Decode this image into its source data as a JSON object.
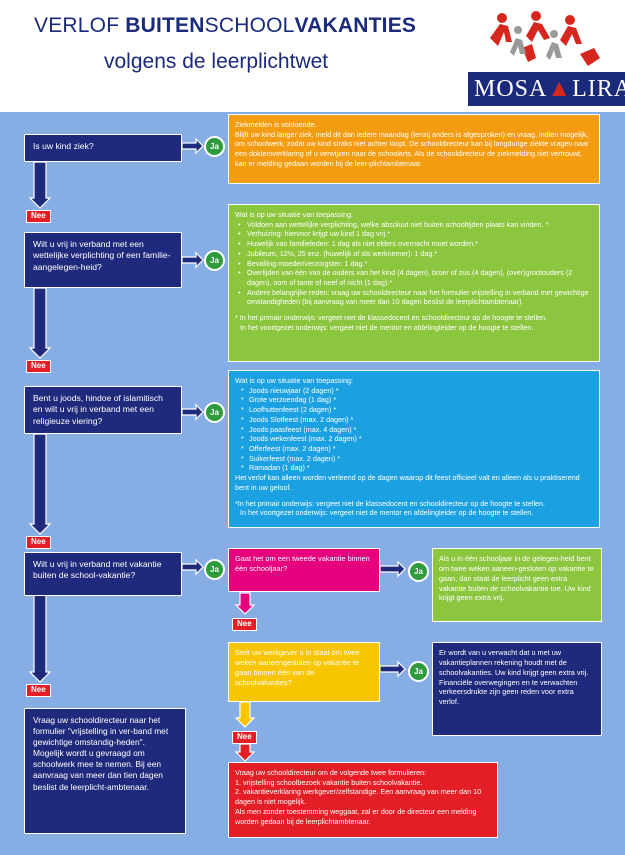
{
  "header": {
    "title_part1": "VERLOF ",
    "title_part2": "BUITEN",
    "title_part3": "SCHOOL",
    "title_part4": "VAKANTIES",
    "subtitle": "volgens de leerplichtwet",
    "logo_left": "MOSA",
    "logo_right": "LIRA"
  },
  "labels": {
    "yes": "Ja",
    "no": "Nee"
  },
  "questions": {
    "q1": "Is uw kind ziek?",
    "q2": "Wilt u vrij in verband met een wettelijke verplichting of een familie-aangelegen-heid?",
    "q3": "Bent u joods, hindoe of islamitisch en wilt u vrij in verband met een religieuze viering?",
    "q4": "Wilt u vrij in verband met vakantie buiten de school-vakantie?",
    "q5": "Vraag uw schooldirecteur naar het formulier \"vrijstelling in ver-band met gewichtige omstandig-heden\".",
    "q5b": "Mogelijk wordt u gevraagd om schoolwerk mee te nemen. Bij een aanvraag van meer dan tien dagen beslist de leerplicht-ambtenaar."
  },
  "orange_box": {
    "heading": "Ziekmelden is voldoende.",
    "body": "Blijft uw kind langer ziek, meld dit dan iedere maandag (tenzij anders is afgesproken) en vraag, indien mogelijk, om schoolwerk, zodat uw kind straks niet achter loopt. De schooldirecteur kan bij langdurige ziekte vragen naar een doktersverklaring of u verwijzen naar de schoolarts. Als de schooldirecteur de ziekmelding niet vertrouwt, kan er melding gedaan worden bij de leer-plichtambtenaar."
  },
  "green_box": {
    "heading": "Wat is op uw situatie van toepassing:",
    "items": [
      "Voldoen aan wettelijke verplichting, welke absoluut niet buiten schooltijden plaats kan vinden. *",
      "Verhuizing: hiervoor krijgt uw kind 1 dag vrij.*",
      "Huwelijk van familieleden: 1 dag als niet elders overnacht moet worden.*",
      "Jubileum, 12½, 25 enz. (huwelijk of als werknemer): 1 dag.*",
      "Bevalling moeder/verzorgster: 1 dag.*",
      "Overlijden van één van de ouders van het kind (4 dagen), broer of zus (4 dagen), (over)grootouders (2 dagen), oom of tante of neef of nicht (1 dag).*",
      "Andere belangrijke reden: vraag uw schooldirecteur naar het formulier vrijstelling in verband met gewichtige omstandigheden (bij aanvraag van meer dan 10 dagen beslist de leerplichtambtenaar)."
    ],
    "note1": "* In het primair onderwijs: vergeet niet de klassedocent en schooldirecteur op de hoogte te stellen.",
    "note2": "In het voortgezet onderwijs: vergeet niet de mentor en afdelingleider op de hoogte te stellen."
  },
  "blue_box": {
    "heading": "Wat is op uw situatie van toepassing:",
    "items": [
      "Joods nieuwjaar (2 dagen) *",
      "Grote verzoendag (1 dag) *",
      "Loofhuttenfeest (2 dagen) *",
      "Joods Slotfeest (max. 2 dagen) *",
      "Joods paasfeest (max. 4 dagen) *",
      "Joods wekenfeest (max. 2 dagen) *",
      "Offerfeest (max. 2 dagen) *",
      "Suikerfeest (max. 2 dagen) *",
      "Ramadan (1 dag) *"
    ],
    "body": "Het verlof kan alleen worden verleend op de dagen waarop dit feest officieel valt en alleen als u praktiserend bent in uw geloof.",
    "note1": "*In het primair onderwijs: vergeet niet de klassedocent en schooldirecteur op de hoogte te stellen.",
    "note2": "In het voortgezet onderwijs: vergeet niet de mentor en afdelingleider op de hoogte te stellen."
  },
  "pink_box": "Gaat het om een tweede vakantie binnen één schooljaar?",
  "green_small_box": "Als u in één schooljaar in de gelegen-heid bent om twee weken aaneen-gesloten op vakantie te gaan, dan staat de leerplicht geen extra vakantie buiten de schoolvakantie toe. Uw kind krijgt geen extra vrij.",
  "yellow_box": "Stelt uw werkgever u in staat om twee weken aaneengesloten op vakantie te gaan binnen één van de schoolvakanties?",
  "blue_small_box": {
    "p1": "Er wordt van u verwacht dat u met uw vakantieplannen rekening houdt met de schoolvakanties. Uw kind krijgt geen extra vrij.",
    "p2": "Financiële overwegingen en te verwachten verkeersdrukte zijn geen reden voor extra verlof."
  },
  "red_box": {
    "intro": "Vraag uw schooldirecteur om de volgende twee formulieren:",
    "item1": "1.      vrijstelling schoolbezoek vakantie buiten schoolvakantie.",
    "item2": "2.      vakantieverklaring werkgever/zelfstandige. Een aanvraag van meer dan 10 dagen is niet mogelijk.",
    "outro": "Als men zonder toestemming weggaat, zal er door de directeur een melding worden gedaan bij de leerplichtambtenaar."
  },
  "colors": {
    "navy": "#1f2a7c",
    "panel": "#86aee4",
    "orange": "#f39c12",
    "green": "#8cc63f",
    "blue": "#1ba1e2",
    "pink": "#e6007e",
    "yellow": "#f7c600",
    "red": "#e41e26",
    "ja_green": "#2e9b3c"
  }
}
